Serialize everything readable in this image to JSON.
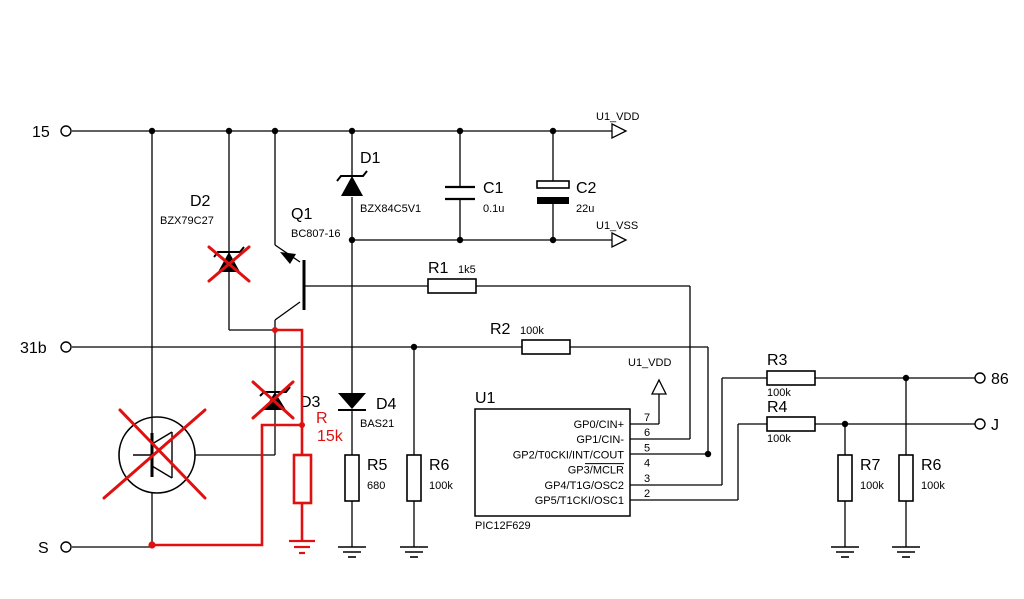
{
  "terminals": {
    "t15": "15",
    "t31b": "31b",
    "tS": "S",
    "t86": "86",
    "tJ": "J"
  },
  "nets": {
    "vdd": "U1_VDD",
    "vss": "U1_VSS",
    "vdd_pin": "U1_VDD"
  },
  "components": {
    "D1": {
      "ref": "D1",
      "value": "BZX84C5V1"
    },
    "D2": {
      "ref": "D2",
      "value": "BZX79C27"
    },
    "D3": {
      "ref": "D3"
    },
    "D4": {
      "ref": "D4",
      "value": "BAS21"
    },
    "C1": {
      "ref": "C1",
      "value": "0.1u"
    },
    "C2": {
      "ref": "C2",
      "value": "22u"
    },
    "Q1": {
      "ref": "Q1",
      "value": "BC807-16"
    },
    "R1": {
      "ref": "R1",
      "value": "1k5"
    },
    "R2": {
      "ref": "R2",
      "value": "100k"
    },
    "R3": {
      "ref": "R3",
      "value": "100k"
    },
    "R4": {
      "ref": "R4",
      "value": "100k"
    },
    "R5": {
      "ref": "R5",
      "value": "680"
    },
    "R6a": {
      "ref": "R6",
      "value": "100k"
    },
    "R6b": {
      "ref": "R6",
      "value": "100k"
    },
    "R7": {
      "ref": "R7",
      "value": "100k"
    },
    "Rnew": {
      "ref": "R",
      "value": "15k"
    }
  },
  "u1": {
    "ref": "U1",
    "part": "PIC12F629",
    "pins": [
      {
        "name": "GP0/CIN+",
        "num": "7"
      },
      {
        "name": "GP1/CIN-",
        "num": "6"
      },
      {
        "name": "GP2/T0CKI/INT/COUT",
        "num": "5"
      },
      {
        "name": "GP3/MCLR",
        "num": "4"
      },
      {
        "name": "GP4/T1G/OSC2",
        "num": "3"
      },
      {
        "name": "GP5/T1CKI/OSC1",
        "num": "2"
      }
    ]
  },
  "colors": {
    "wire": "#000000",
    "modification": "#e01010"
  }
}
